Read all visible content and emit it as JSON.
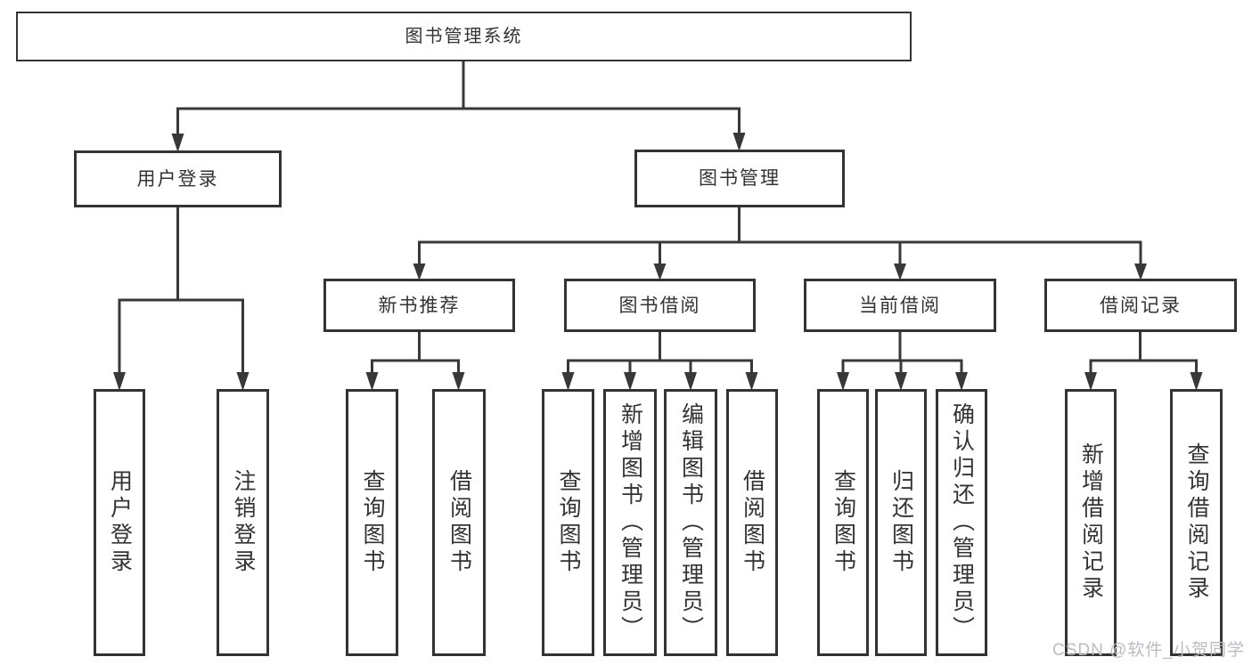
{
  "diagram": {
    "root": {
      "label": "图书管理系统"
    },
    "branches": {
      "user_login": {
        "label": "用户登录",
        "children": [
          "用户登录",
          "注销登录"
        ]
      },
      "book_management": {
        "label": "图书管理",
        "sections": {
          "new_books": {
            "label": "新书推荐",
            "children": [
              "查询图书",
              "借阅图书"
            ]
          },
          "book_borrowing": {
            "label": "图书借阅",
            "children": [
              "查询图书",
              "新增图书（管理员）",
              "编辑图书（管理员）",
              "借阅图书"
            ]
          },
          "current_borrowing": {
            "label": "当前借阅",
            "children": [
              "查询图书",
              "归还图书",
              "确认归还（管理员）"
            ]
          },
          "borrowing_records": {
            "label": "借阅记录",
            "children": [
              "新增借阅记录",
              "查询借阅记录"
            ]
          }
        }
      }
    }
  },
  "watermark": "CSDN @软件_小贺同学",
  "colors": {
    "line": "#383838",
    "border": "#333333",
    "text": "#333333",
    "watermark": "#b9bdc2",
    "background": "#ffffff"
  }
}
